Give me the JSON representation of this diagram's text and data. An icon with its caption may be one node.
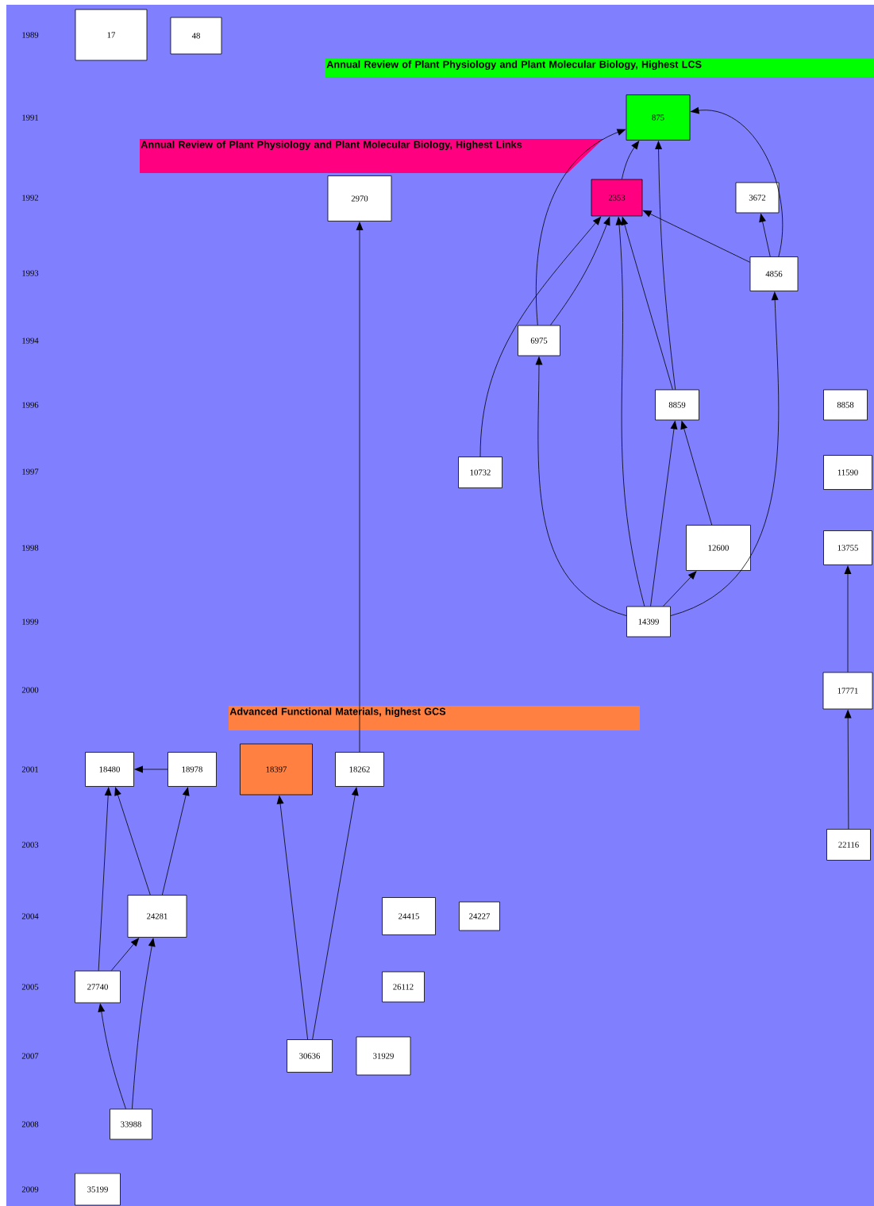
{
  "diagram": {
    "nodes": [
      {
        "text": [
          "17"
        ]
      },
      {
        "text": [
          "48"
        ]
      },
      {
        "text": [
          "875"
        ],
        "beside": [
          "Annual Review of Plant Physiology and Plant Molecular Biology, Highest LCS"
        ]
      },
      {
        "text": [
          "2970"
        ]
      },
      {
        "text": [
          "2353"
        ]
      },
      {
        "text": [
          "3672"
        ]
      },
      {
        "text": [
          "4856"
        ]
      },
      {
        "text": [
          "6975"
        ]
      },
      {
        "text": [
          "8859"
        ]
      },
      {
        "text": [
          "8858"
        ]
      },
      {
        "text": [
          "10732"
        ]
      },
      {
        "text": [
          "11590"
        ]
      },
      {
        "text": [
          "12600"
        ]
      },
      {
        "text": [
          "13755"
        ]
      },
      {
        "text": [
          "14399"
        ]
      },
      {
        "text": [
          "17771"
        ]
      },
      {
        "text": [
          "18480"
        ]
      },
      {
        "text": [
          "18978"
        ]
      },
      {
        "text": [
          "18397"
        ],
        "beside": [
          "Advanced Functional Materials, highest GCS"
        ]
      },
      {
        "text": [
          "18262"
        ]
      },
      {
        "text": [
          "22116"
        ]
      },
      {
        "text": [
          "24281"
        ]
      },
      {
        "text": [
          "24415"
        ]
      },
      {
        "text": [
          "24227"
        ]
      },
      {
        "text": [
          "27740"
        ]
      },
      {
        "text": [
          "26112"
        ]
      },
      {
        "text": [
          "30636"
        ]
      },
      {
        "text": [
          "31929"
        ]
      },
      {
        "text": [
          "33988"
        ]
      },
      {
        "text": [
          "35199"
        ]
      }
    ],
    "edges": [
      {
        "from": 19,
        "to": 3,
        "arrow": "to"
      },
      {
        "from": 4,
        "to": 2,
        "arrow": "to"
      },
      {
        "from": 6,
        "to": 2,
        "arrow": "to"
      },
      {
        "from": 7,
        "to": 2,
        "arrow": "to"
      },
      {
        "from": 8,
        "to": 2,
        "arrow": "to"
      },
      {
        "from": 6,
        "to": 4,
        "arrow": "to"
      },
      {
        "from": 6,
        "to": 5,
        "arrow": "to"
      },
      {
        "from": 7,
        "to": 4,
        "arrow": "to"
      },
      {
        "from": 10,
        "to": 4,
        "arrow": "to"
      },
      {
        "from": 14,
        "to": 4,
        "arrow": "to"
      },
      {
        "from": 8,
        "to": 4,
        "arrow": "to"
      },
      {
        "from": 14,
        "to": 7,
        "arrow": "to"
      },
      {
        "from": 14,
        "to": 8,
        "arrow": "to"
      },
      {
        "from": 12,
        "to": 8,
        "arrow": "to"
      },
      {
        "from": 14,
        "to": 12,
        "arrow": "to"
      },
      {
        "from": 14,
        "to": 6,
        "arrow": "to"
      },
      {
        "from": 15,
        "to": 13,
        "arrow": "to"
      },
      {
        "from": 20,
        "to": 15,
        "arrow": "to"
      },
      {
        "from": 17,
        "to": 16,
        "arrow": "to"
      },
      {
        "from": 21,
        "to": 16,
        "arrow": "to"
      },
      {
        "from": 24,
        "to": 16,
        "arrow": "to"
      },
      {
        "from": 21,
        "to": 17,
        "arrow": "to"
      },
      {
        "from": 24,
        "to": 21,
        "arrow": "to"
      },
      {
        "from": 28,
        "to": 24,
        "arrow": "to"
      },
      {
        "from": 28,
        "to": 21,
        "arrow": "to"
      },
      {
        "from": 26,
        "to": 18,
        "arrow": "to"
      },
      {
        "from": 26,
        "to": 19,
        "arrow": "to"
      }
    ],
    "labels": [
      "1989",
      "1991",
      "Annual Review of Plant Physiology and Plant Molecular Biology, Highest Links",
      "1992",
      "1993",
      "1994",
      "1996",
      "1997",
      "1998",
      "1999",
      "2000",
      "2001",
      "2003",
      "2004",
      "2005",
      "2007",
      "2008",
      "2009"
    ]
  }
}
